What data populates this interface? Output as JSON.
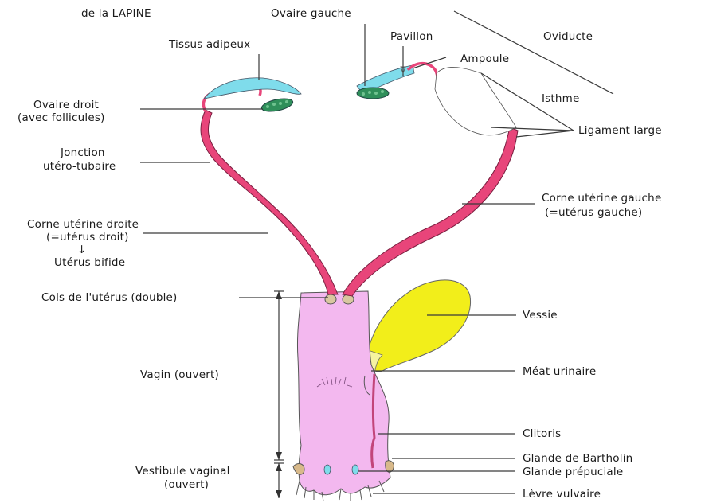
{
  "header": {
    "title_fragment": "de la LAPINE"
  },
  "labels": {
    "ovaire_gauche": "Ovaire gauche",
    "pavillon": "Pavillon",
    "oviducte": "Oviducte",
    "ampoule": "Ampoule",
    "tissus_adipeux": "Tissus adipeux",
    "isthme": "Isthme",
    "ovaire_droit_1": "Ovaire droit",
    "ovaire_droit_2": "(avec follicules)",
    "ligament_large": "Ligament large",
    "jonction_1": "Jonction",
    "jonction_2": "utéro-tubaire",
    "corne_gauche_1": "Corne utérine gauche",
    "corne_gauche_2": "(=utérus gauche)",
    "corne_droite_1": "Corne utérine droite",
    "corne_droite_2": "(=utérus droit)",
    "arrow_down": "↓",
    "uterus_bifide": "Utérus bifide",
    "cols": "Cols de l'utérus (double)",
    "vessie": "Vessie",
    "vagin": "Vagin (ouvert)",
    "meat": "Méat urinaire",
    "clitoris": "Clitoris",
    "vestibule_1": "Vestibule vaginal",
    "vestibule_2": "(ouvert)",
    "bartholin": "Glande de Bartholin",
    "preputiale": "Glande prépuciale",
    "levre": "Lèvre vulvaire"
  },
  "colors": {
    "uterus": "#e8457a",
    "vagina": "#f3b8ef",
    "bladder": "#f2ee1a",
    "fat": "#7fdceb",
    "ovary": "#2f8f5a"
  }
}
